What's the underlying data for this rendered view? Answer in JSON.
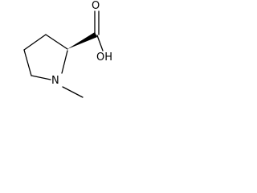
{
  "molecule": {
    "atoms": {
      "carbonyl_oxygen": "O",
      "hydroxyl": "OH",
      "nitrogen": "N"
    },
    "colors": {
      "line": "#000000",
      "background": "#ffffff"
    }
  }
}
